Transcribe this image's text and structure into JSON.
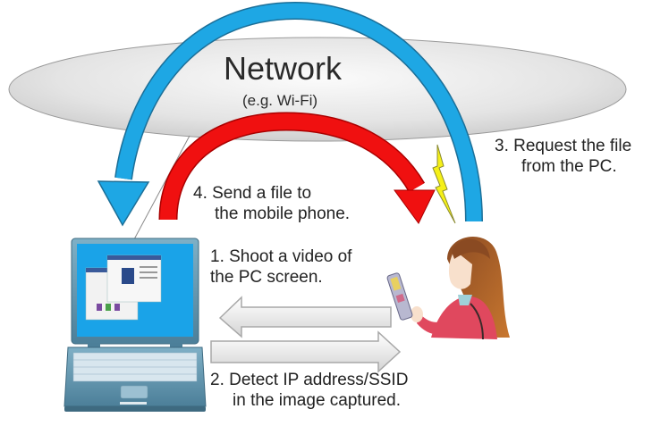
{
  "network": {
    "title": "Network",
    "subtitle": "(e.g. Wi-Fi)"
  },
  "steps": [
    {
      "number": "1.",
      "lines": [
        "1. Shoot a video of",
        "the PC screen."
      ]
    },
    {
      "number": "2.",
      "lines": [
        "2. Detect IP address/SSID",
        "in the image captured."
      ]
    },
    {
      "number": "3.",
      "lines": [
        "3. Request the file",
        "from the PC."
      ]
    },
    {
      "number": "4.",
      "lines": [
        "4. Send a file to",
        "the mobile phone."
      ]
    }
  ],
  "colors": {
    "network_cloud": "#e6e6e6",
    "request_arrow": "#1ea7e4",
    "send_arrow": "#f01010",
    "lightning": "#f5f018",
    "laptop_body": "#5b93ad",
    "laptop_screen": "#1aa3e8",
    "gray_arrows": "#e8e8e8"
  },
  "actors": {
    "pc": "laptop",
    "user": "person with mobile phone"
  }
}
